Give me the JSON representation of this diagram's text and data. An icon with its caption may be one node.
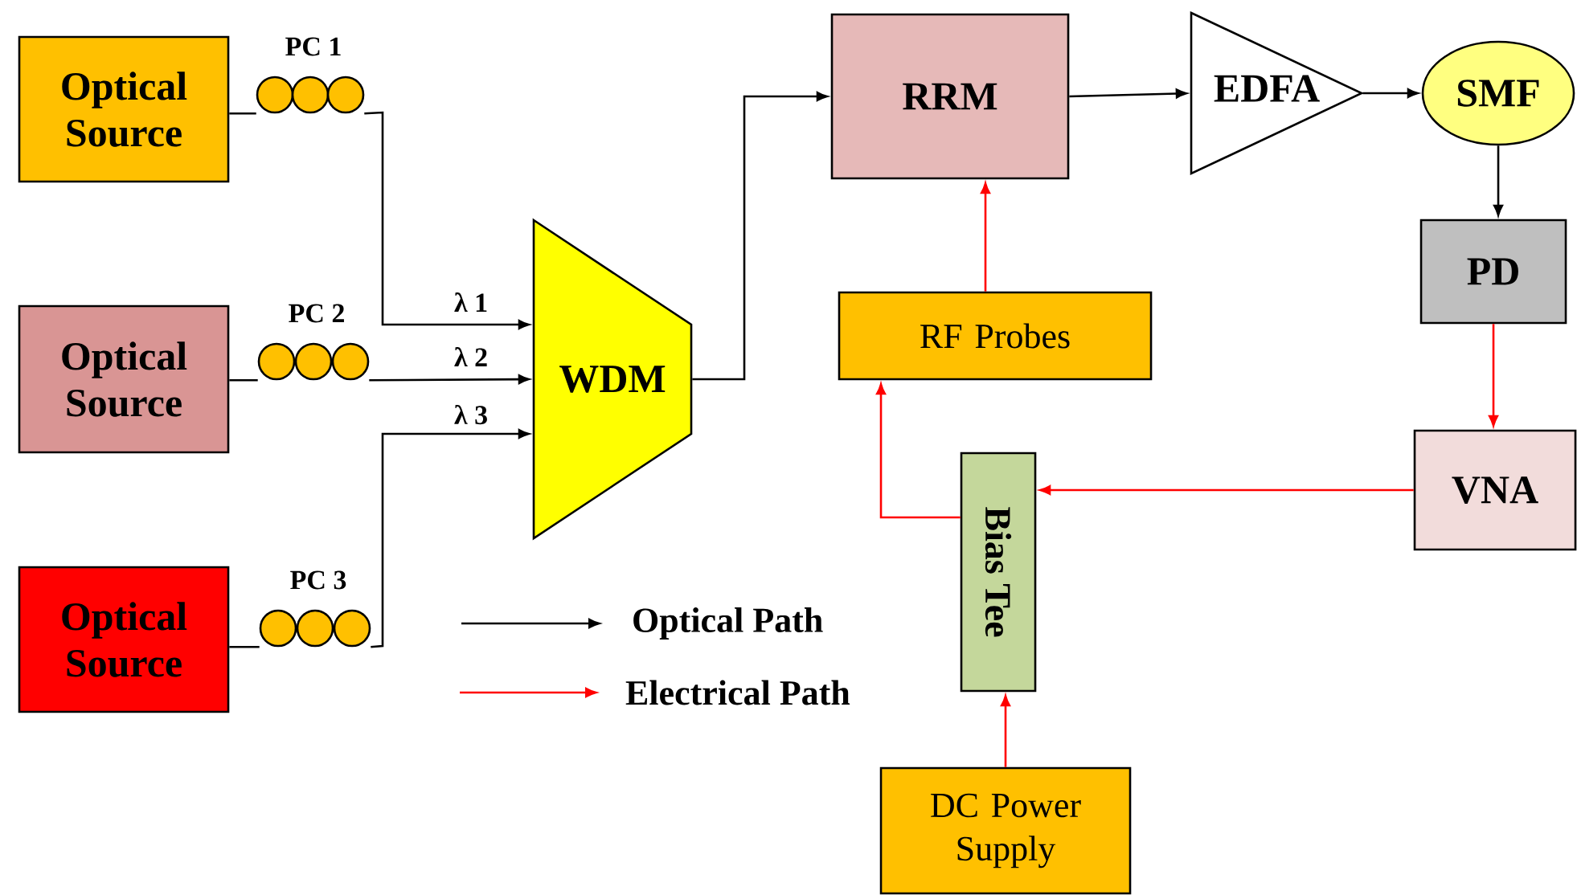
{
  "diagram": {
    "nodes": [
      {
        "text": [
          "Optical Source"
        ]
      },
      {
        "text": [
          "Optical Source"
        ]
      },
      {
        "text": [
          "Optical Source"
        ]
      },
      {
        "text": [
          "PC 1"
        ]
      },
      {
        "text": [
          "PC 2"
        ]
      },
      {
        "text": [
          "PC 3"
        ]
      },
      {
        "text": [
          "WDM"
        ]
      },
      {
        "text": [
          "RRM"
        ]
      },
      {
        "text": [
          "EDFA"
        ]
      },
      {
        "text": [
          "SMF"
        ]
      },
      {
        "text": [
          "PD"
        ]
      },
      {
        "text": [
          "VNA"
        ]
      },
      {
        "text": [
          "RF Probes"
        ]
      },
      {
        "text": [
          "Bias Tee"
        ]
      },
      {
        "text": [
          "DC Power Supply"
        ]
      }
    ],
    "edges": [
      {
        "from": 0,
        "to": 3,
        "arrow": "none"
      },
      {
        "from": 3,
        "to": 6,
        "arrow": "to",
        "label": "λ 1"
      },
      {
        "from": 1,
        "to": 4,
        "arrow": "none"
      },
      {
        "from": 4,
        "to": 6,
        "arrow": "to",
        "label": "λ 2"
      },
      {
        "from": 2,
        "to": 5,
        "arrow": "none"
      },
      {
        "from": 5,
        "to": 6,
        "arrow": "to",
        "label": "λ 3"
      },
      {
        "from": 6,
        "to": 7,
        "arrow": "to"
      },
      {
        "from": 7,
        "to": 8,
        "arrow": "to"
      },
      {
        "from": 8,
        "to": 9,
        "arrow": "to"
      },
      {
        "from": 9,
        "to": 10,
        "arrow": "to"
      },
      {
        "from": 10,
        "to": 11,
        "arrow": "to",
        "color": "#ff0000"
      },
      {
        "from": 11,
        "to": 13,
        "arrow": "to",
        "color": "#ff0000"
      },
      {
        "from": 13,
        "to": 12,
        "arrow": "to",
        "color": "#ff0000"
      },
      {
        "from": 12,
        "to": 7,
        "arrow": "to",
        "color": "#ff0000"
      },
      {
        "from": 14,
        "to": 13,
        "arrow": "to",
        "color": "#ff0000"
      }
    ],
    "legend": [
      {
        "text": "Optical Path"
      },
      {
        "text": "Electrical Path"
      }
    ]
  }
}
